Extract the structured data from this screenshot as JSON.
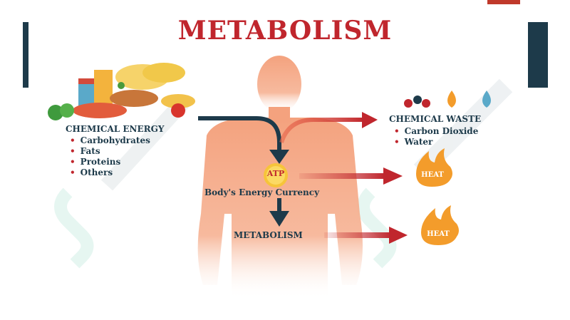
{
  "title": "METABOLISM",
  "chemical_energy": {
    "heading": "CHEMICAL ENERGY",
    "items": [
      "Carbohydrates",
      "Fats",
      "Proteins",
      "Others"
    ]
  },
  "chemical_waste": {
    "heading": "CHEMICAL WASTE",
    "items": [
      "Carbon Dioxide",
      "Water"
    ]
  },
  "atp": {
    "label": "ATP",
    "caption": "Body's Energy Currency"
  },
  "metabolism_label": "METABOLISM",
  "heat": [
    "HEAT",
    "HEAT"
  ],
  "colors": {
    "title": "#c0262d",
    "text": "#1d3a4a",
    "accent_bar": "#1d3a4a",
    "body": "#f4a27e",
    "arrow_blue": "#1d3a4a",
    "arrow_red": "#c0262d",
    "flame": "#f39c2b"
  }
}
